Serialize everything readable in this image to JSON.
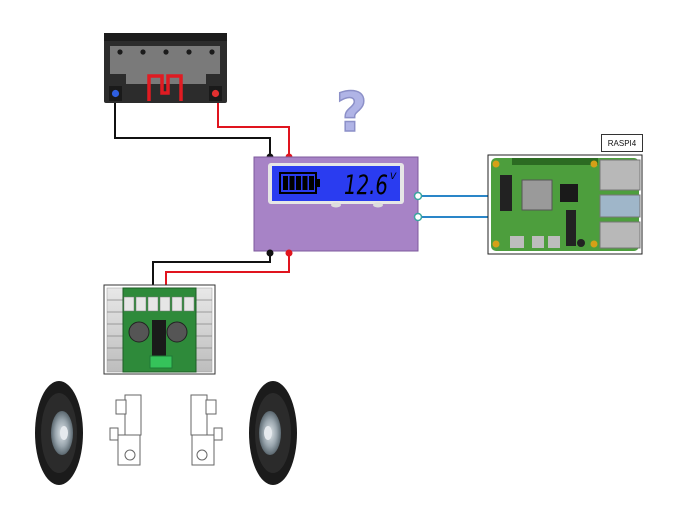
{
  "raspi_label": "RASPI4",
  "question_mark": "?",
  "lcd": {
    "voltage": "12.6",
    "unit": "V",
    "battery_segments": 5
  },
  "colors": {
    "positive_wire": "#e0141e",
    "negative_wire": "#111111",
    "signal_wire": "#2a86c8",
    "module_fill": "#a783c6",
    "lcd_fill": "#2a3cf0"
  }
}
